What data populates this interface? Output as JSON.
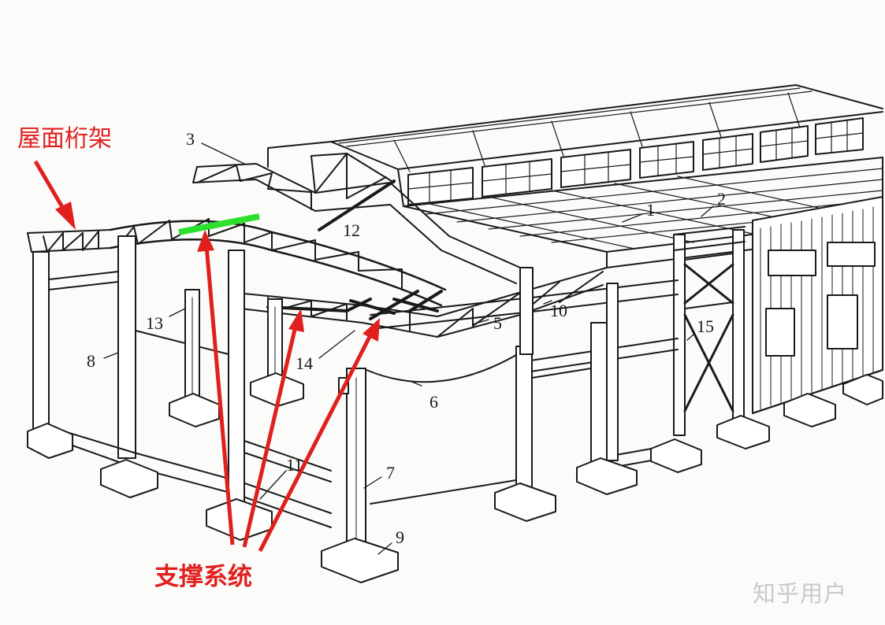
{
  "annotations": {
    "roof_truss": "屋面桁架",
    "support_system": "支撑系统"
  },
  "part_numbers": [
    "1",
    "2",
    "3",
    "5",
    "6",
    "7",
    "8",
    "9",
    "10",
    "11",
    "12",
    "13",
    "14",
    "15"
  ],
  "watermark": "知乎用户",
  "colors": {
    "annotation_red": "#e0201e",
    "highlight_green": "#2ee02e",
    "line_black": "#1a1a1a"
  }
}
